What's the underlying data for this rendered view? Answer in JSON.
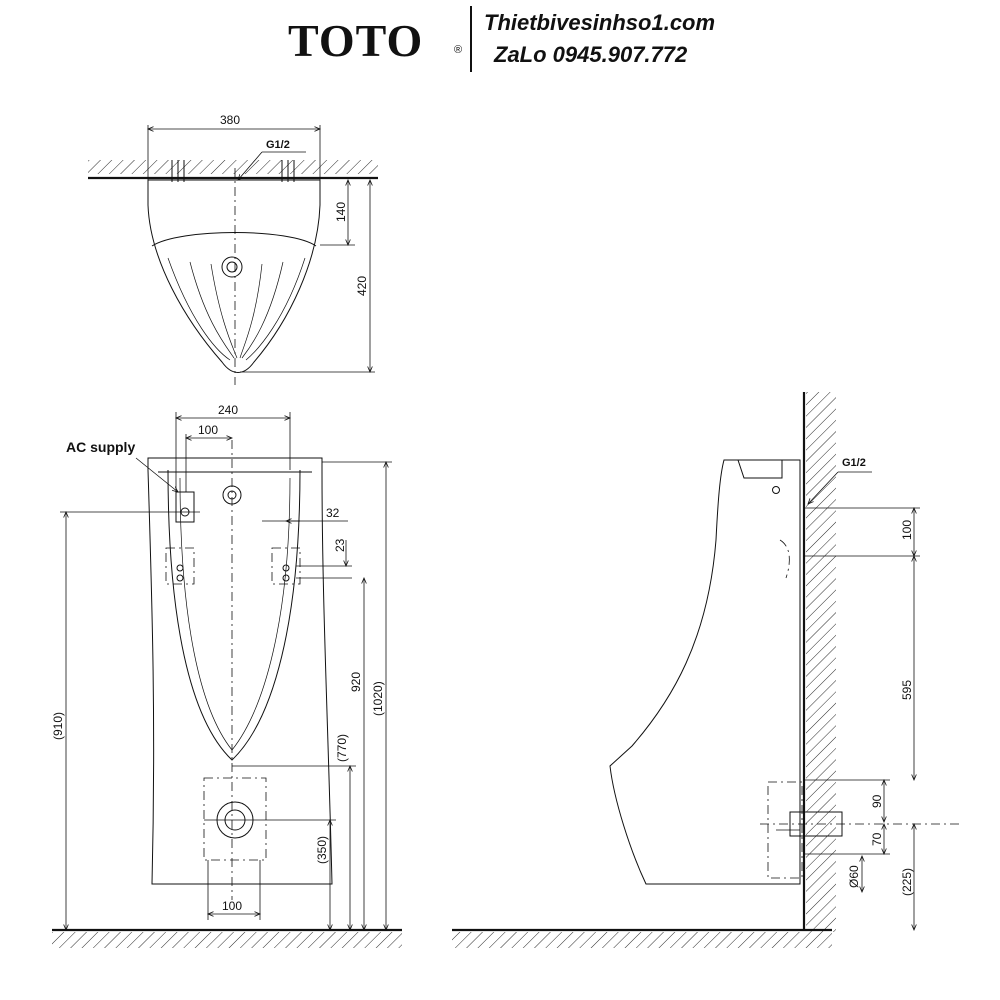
{
  "header": {
    "brand": "TOTO",
    "registered": "®",
    "website": "Thietbivesinhso1.com",
    "phone": "ZaLo 0945.907.772"
  },
  "top_view": {
    "width_label": "380",
    "inlet_label": "G1/2",
    "depth_inlet_label": "140",
    "depth_total_label": "420"
  },
  "front_view": {
    "ac_supply_label": "AC supply",
    "width_label": "240",
    "offset_label": "100",
    "bracket_offset_label": "32",
    "bracket_height_label": "23",
    "height_920": "920",
    "height_1020": "(1020)",
    "height_910": "(910)",
    "height_770": "(770)",
    "height_350": "(350)",
    "outlet_width_label": "100"
  },
  "side_view": {
    "inlet_label": "G1/2",
    "dim_100": "100",
    "dim_595": "595",
    "dim_90": "90",
    "dim_70": "70",
    "dim_60": "Ø60",
    "dim_225": "(225)"
  }
}
